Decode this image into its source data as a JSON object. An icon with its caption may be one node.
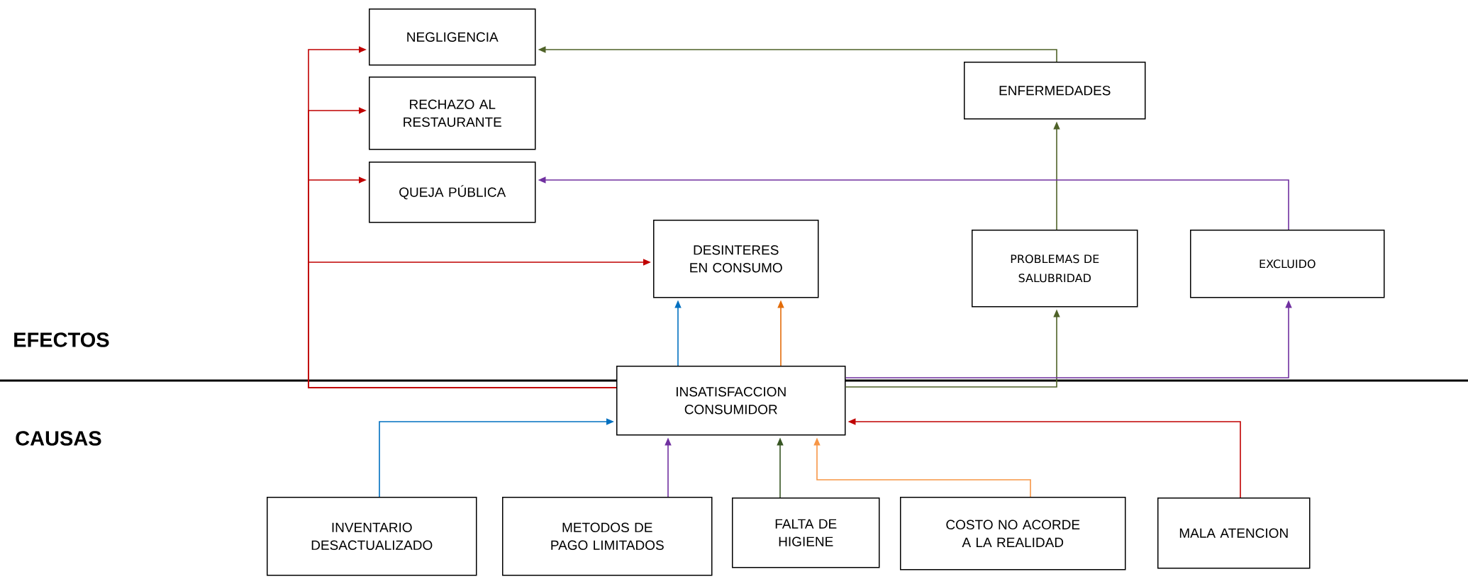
{
  "diagram": {
    "nodes": [
      {
        "text": [
          "NEGLIGENCIA"
        ]
      },
      {
        "text": [
          "RECHAZO AL RESTAURANTE"
        ]
      },
      {
        "text": [
          "QUEJA PÚBLICA"
        ]
      },
      {
        "text": [
          "DESINTERES EN CONSUMO"
        ]
      },
      {
        "text": [
          "ENFERMEDADES"
        ]
      },
      {
        "text": [
          "PROBLEMAS DE SALUBRIDAD"
        ]
      },
      {
        "text": [
          "EXCLUIDO"
        ]
      },
      {
        "text": [
          "INSATISFACCION CONSUMIDOR"
        ]
      },
      {
        "text": [
          "INVENTARIO DESACTUALIZADO"
        ]
      },
      {
        "text": [
          "METODOS DE PAGO LIMITADOS"
        ]
      },
      {
        "text": [
          "FALTA DE HIGIENE"
        ]
      },
      {
        "text": [
          "COSTO NO ACORDE A LA REALIDAD"
        ]
      },
      {
        "text": [
          "MALA ATENCION"
        ]
      }
    ],
    "edges": [
      {
        "from": 7,
        "to": 0,
        "arrow": "to",
        "color": "#c00000"
      },
      {
        "from": 7,
        "to": 1,
        "arrow": "to",
        "color": "#c00000"
      },
      {
        "from": 7,
        "to": 2,
        "arrow": "to",
        "color": "#c00000"
      },
      {
        "from": 7,
        "to": 3,
        "arrow": "to",
        "color": "#c00000"
      },
      {
        "from": 7,
        "to": 3,
        "arrow": "to",
        "color": "#0070c0"
      },
      {
        "from": 7,
        "to": 3,
        "arrow": "to",
        "color": "#e36c09"
      },
      {
        "from": 7,
        "to": 5,
        "arrow": "to",
        "color": "#4f6228"
      },
      {
        "from": 7,
        "to": 6,
        "arrow": "to",
        "color": "#7030a0"
      },
      {
        "from": 5,
        "to": 4,
        "arrow": "to",
        "color": "#4f6228"
      },
      {
        "from": 4,
        "to": 0,
        "arrow": "to",
        "color": "#4f6228"
      },
      {
        "from": 6,
        "to": 2,
        "arrow": "to",
        "color": "#7030a0"
      },
      {
        "from": 8,
        "to": 7,
        "arrow": "to",
        "color": "#0070c0"
      },
      {
        "from": 9,
        "to": 7,
        "arrow": "to",
        "color": "#7030a0"
      },
      {
        "from": 10,
        "to": 7,
        "arrow": "to",
        "color": "#375623"
      },
      {
        "from": 11,
        "to": 7,
        "arrow": "to",
        "color": "#f79646"
      },
      {
        "from": 12,
        "to": 7,
        "arrow": "to",
        "color": "#c00000"
      }
    ],
    "labels": [
      "EFECTOS",
      "CAUSAS"
    ]
  }
}
